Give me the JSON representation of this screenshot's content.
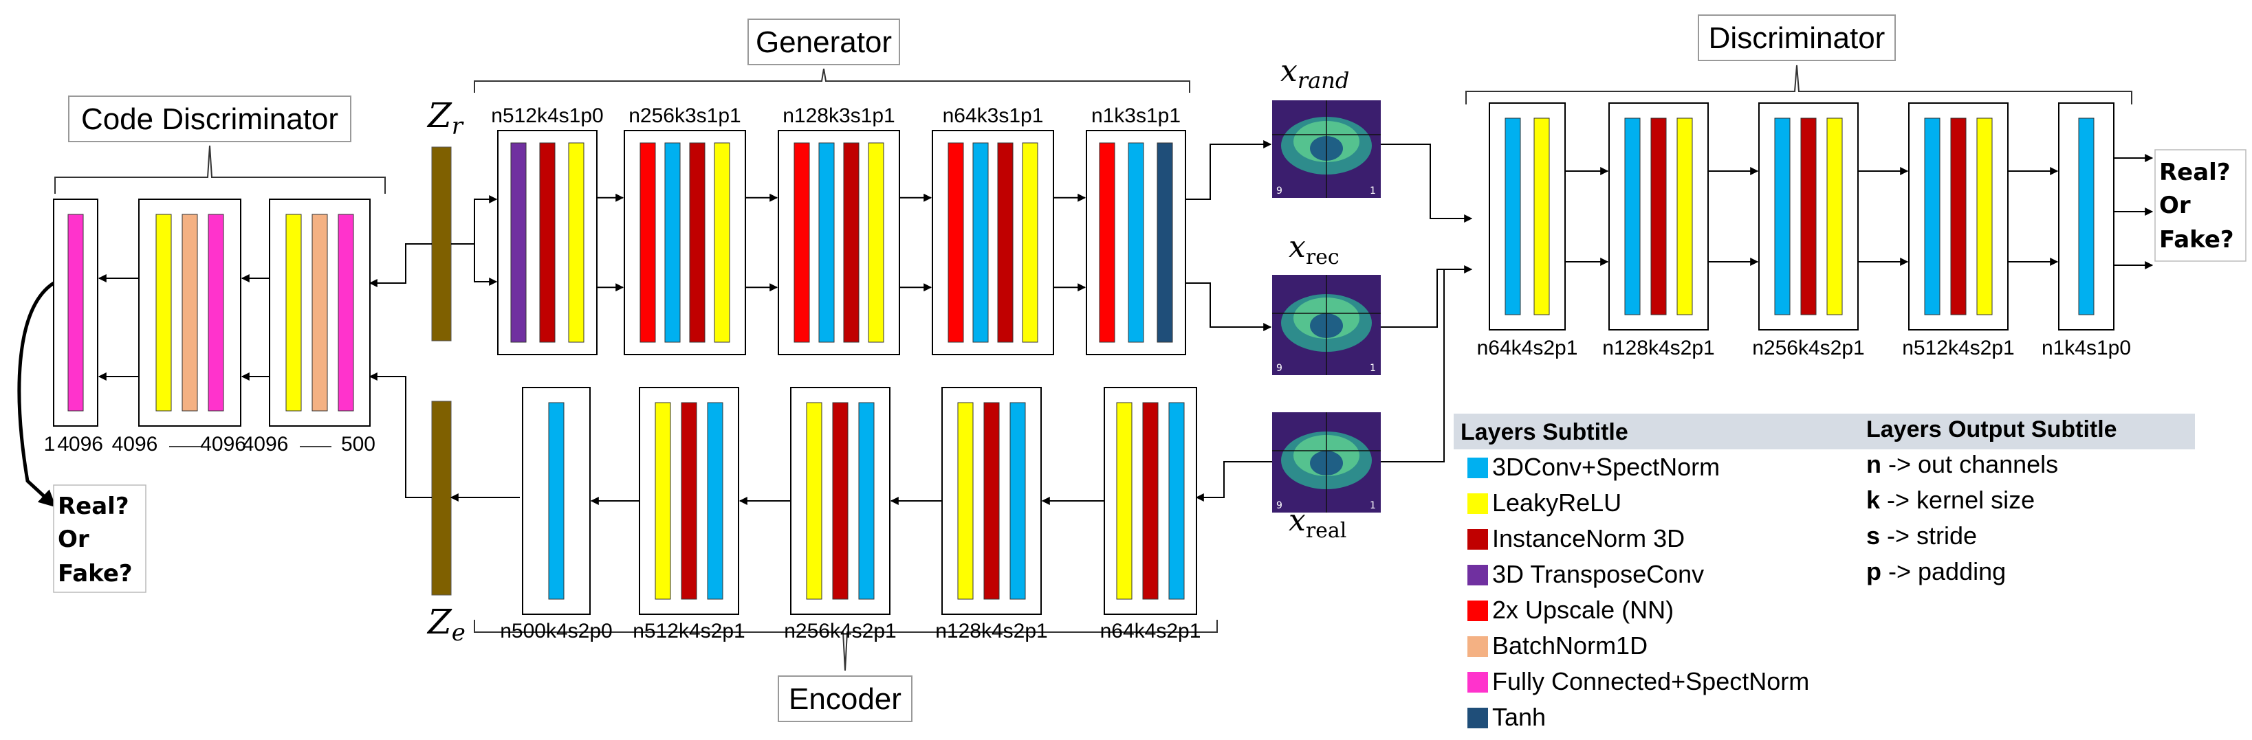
{
  "colors": {
    "conv": "#00B0F0",
    "leaky": "#FFFF00",
    "inorm": "#C00000",
    "tconv": "#7030A0",
    "upscale": "#FF0000",
    "bnorm": "#F4B183",
    "fc": "#FF33CC",
    "tanh": "#1F4E79",
    "latent": "#7F6000",
    "brain_bg": "#3B1E6E",
    "legend_header": "#D6DCE4"
  },
  "titles": {
    "generator": "Generator",
    "discriminator": "Discriminator",
    "code_discriminator": "Code Discriminator",
    "encoder": "Encoder"
  },
  "latents": {
    "zr": "Z",
    "zr_sub": "r",
    "ze": "Z",
    "ze_sub": "e"
  },
  "images": {
    "x_rand": "x",
    "x_rand_sub": "rand",
    "x_rec": "x",
    "x_rec_sub": "rec",
    "x_real": "x",
    "x_real_sub": "real",
    "corner_left": "9",
    "corner_right": "1"
  },
  "generator_layers": [
    {
      "label": "n512k4s1p0",
      "bars": [
        "tconv",
        "inorm",
        "leaky"
      ]
    },
    {
      "label": "n256k3s1p1",
      "bars": [
        "upscale",
        "conv",
        "inorm",
        "leaky"
      ]
    },
    {
      "label": "n128k3s1p1",
      "bars": [
        "upscale",
        "conv",
        "inorm",
        "leaky"
      ]
    },
    {
      "label": "n64k3s1p1",
      "bars": [
        "upscale",
        "conv",
        "inorm",
        "leaky"
      ]
    },
    {
      "label": "n1k3s1p1",
      "bars": [
        "upscale",
        "conv",
        "tanh"
      ]
    }
  ],
  "discriminator_layers": [
    {
      "label": "n64k4s2p1",
      "bars": [
        "conv",
        "leaky"
      ]
    },
    {
      "label": "n128k4s2p1",
      "bars": [
        "conv",
        "inorm",
        "leaky"
      ]
    },
    {
      "label": "n256k4s2p1",
      "bars": [
        "conv",
        "inorm",
        "leaky"
      ]
    },
    {
      "label": "n512k4s2p1",
      "bars": [
        "conv",
        "inorm",
        "leaky"
      ]
    },
    {
      "label": "n1k4s1p0",
      "bars": [
        "conv"
      ]
    }
  ],
  "encoder_layers": [
    {
      "label": "n500k4s2p0",
      "bars": [
        "conv"
      ]
    },
    {
      "label": "n512k4s2p1",
      "bars": [
        "leaky",
        "inorm",
        "conv"
      ]
    },
    {
      "label": "n256k4s2p1",
      "bars": [
        "leaky",
        "inorm",
        "conv"
      ]
    },
    {
      "label": "n128k4s2p1",
      "bars": [
        "leaky",
        "inorm",
        "conv"
      ]
    },
    {
      "label": "n64k4s2p1",
      "bars": [
        "leaky",
        "inorm",
        "conv"
      ]
    }
  ],
  "code_disc_layers": [
    {
      "bars": [
        "fc"
      ],
      "label_left": "1",
      "label_right": "4096"
    },
    {
      "bars": [
        "leaky",
        "bnorm",
        "fc"
      ],
      "label_left": "4096",
      "label_right": "4096"
    },
    {
      "bars": [
        "leaky",
        "bnorm",
        "fc"
      ],
      "label_left": "4096",
      "label_right": "500"
    }
  ],
  "real_or_fake": [
    "Real?",
    "Or",
    "Fake?"
  ],
  "legend": {
    "title": "Layers Subtitle",
    "items": [
      {
        "key": "conv",
        "label": "3DConv+SpectNorm"
      },
      {
        "key": "leaky",
        "label": "LeakyReLU"
      },
      {
        "key": "inorm",
        "label": "InstanceNorm 3D"
      },
      {
        "key": "tconv",
        "label": "3D TransposeConv"
      },
      {
        "key": "upscale",
        "label": "2x Upscale (NN)"
      },
      {
        "key": "bnorm",
        "label": "BatchNorm1D"
      },
      {
        "key": "fc",
        "label": "Fully Connected+SpectNorm"
      },
      {
        "key": "tanh",
        "label": "Tanh"
      }
    ]
  },
  "output_legend": {
    "title": "Layers Output Subtitle",
    "items": [
      {
        "key": "n",
        "desc": " -> out channels"
      },
      {
        "key": "k",
        "desc": " -> kernel size"
      },
      {
        "key": "s",
        "desc": " -> stride"
      },
      {
        "key": "p",
        "desc": " -> padding"
      }
    ]
  }
}
